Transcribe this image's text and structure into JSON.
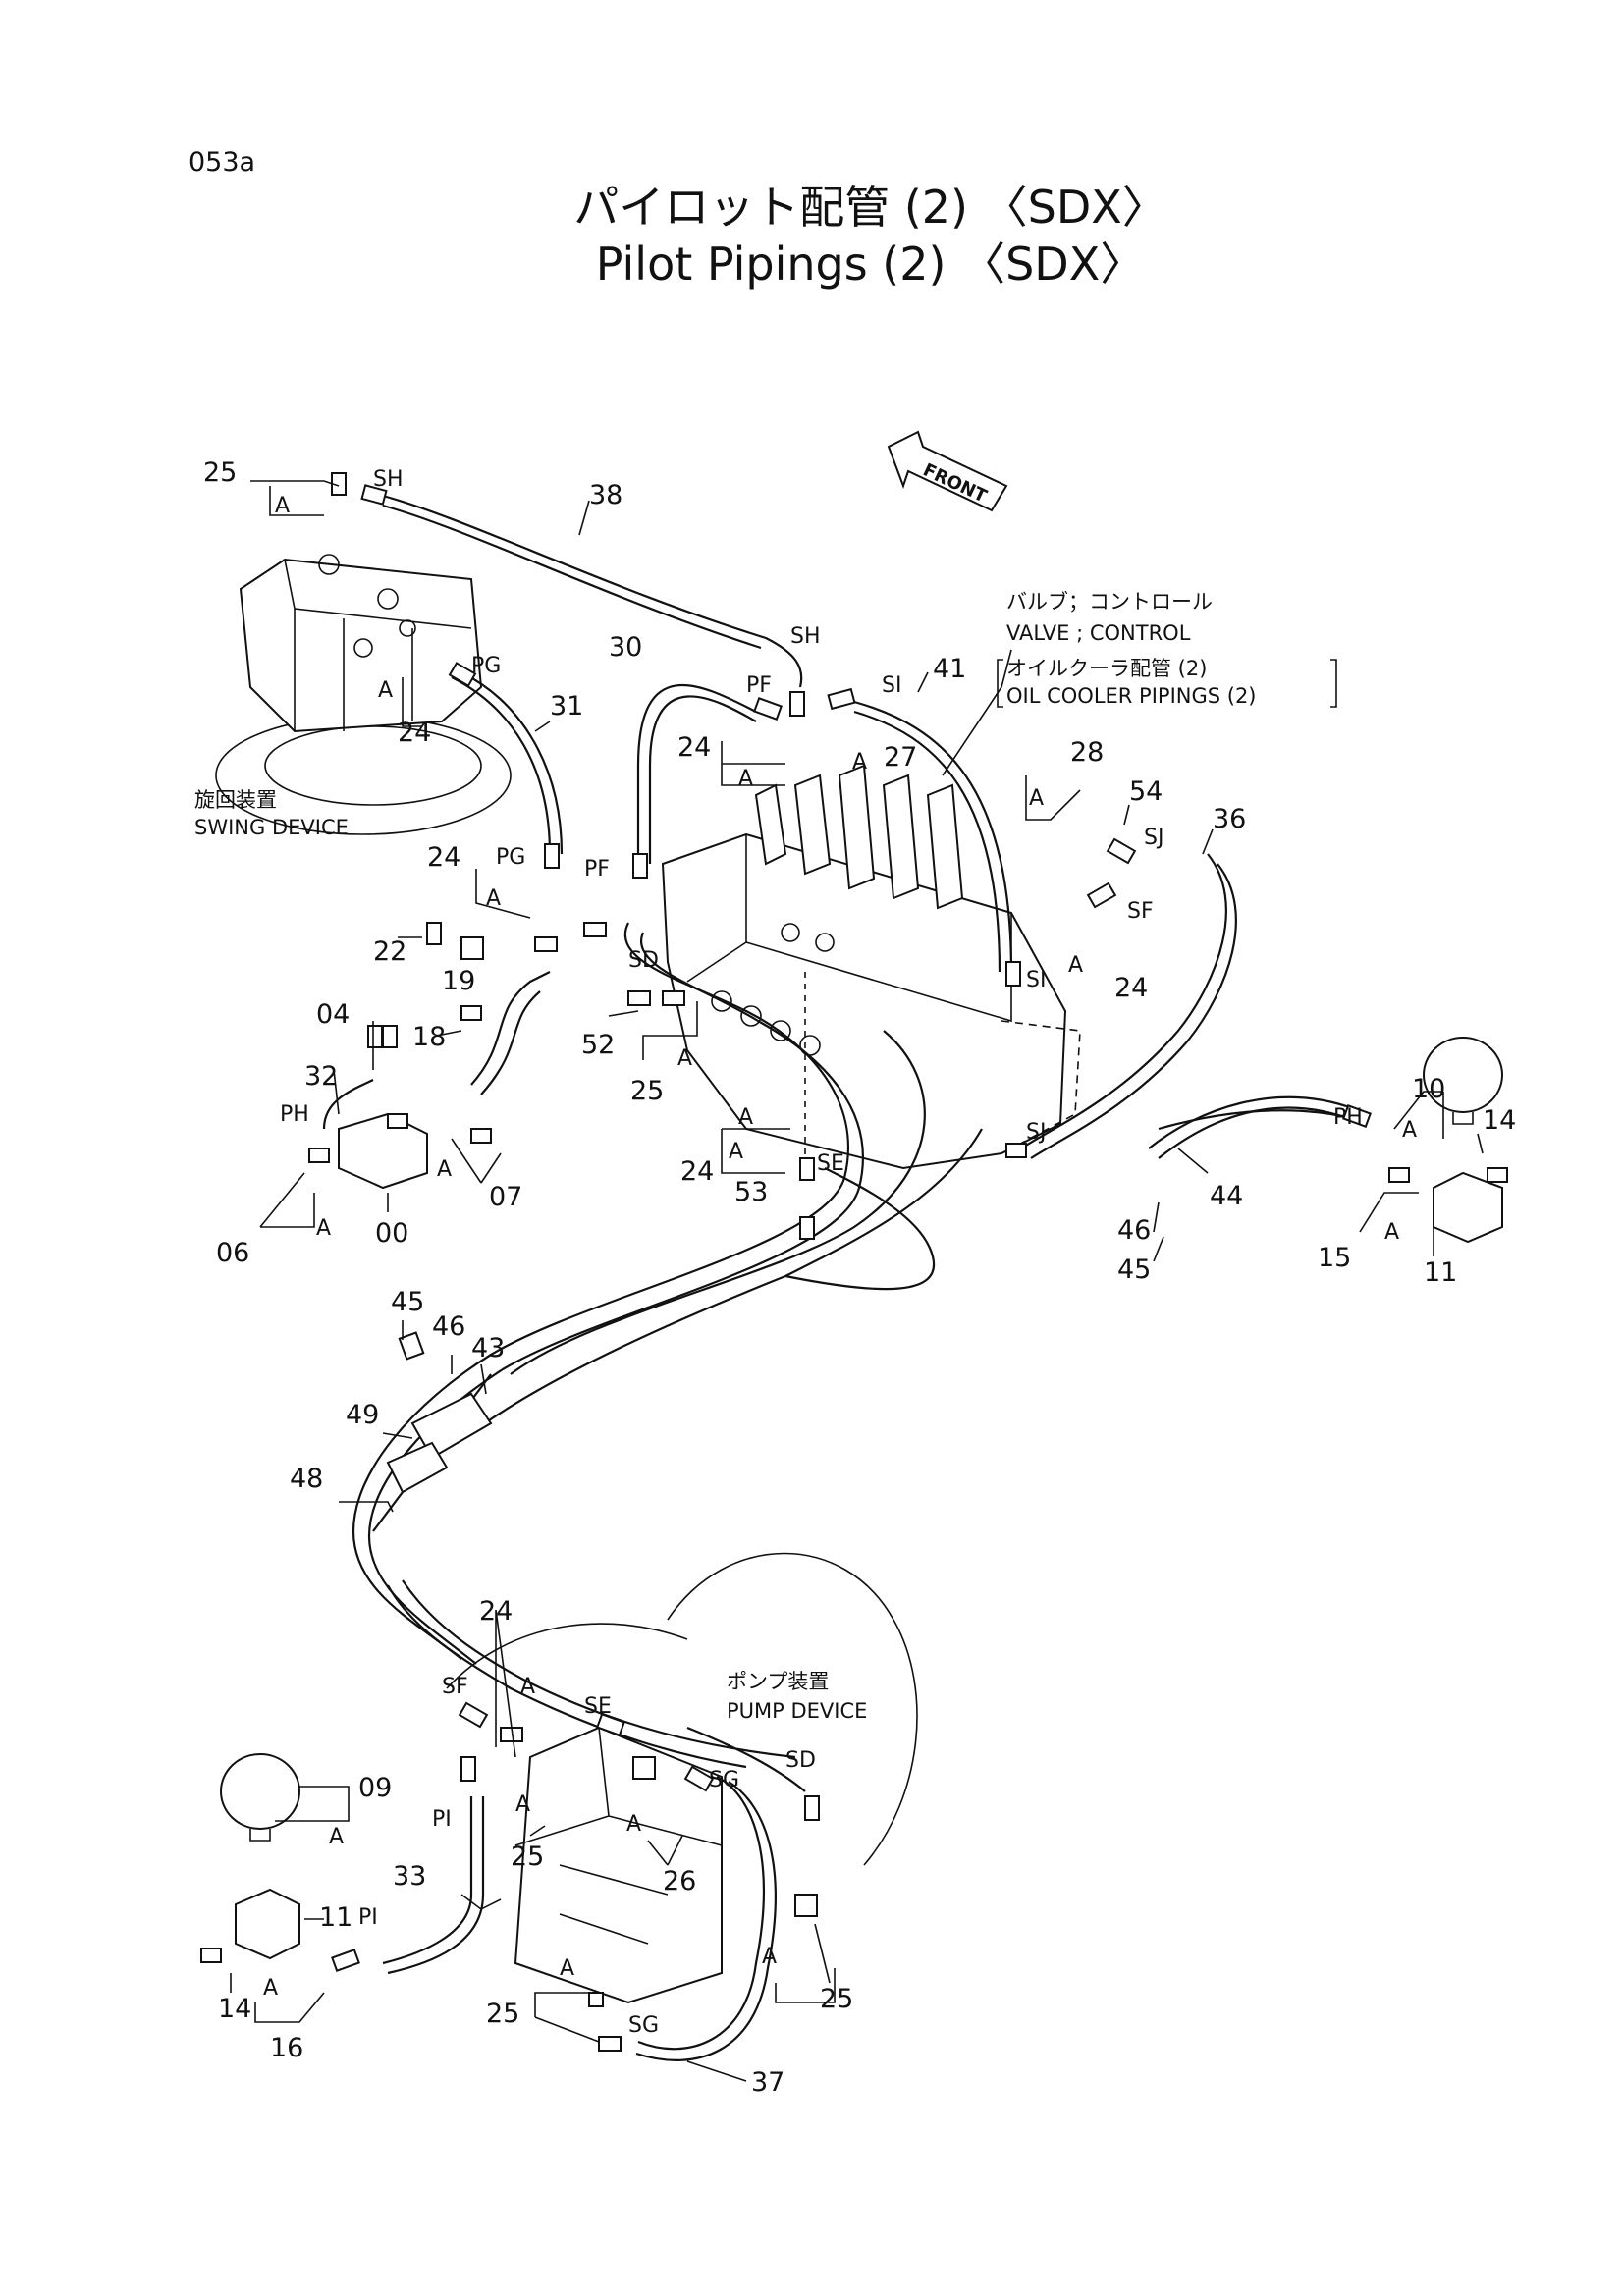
{
  "page_code": "053a",
  "title_jp": "パイロット配管 (2) 〈SDX〉",
  "title_en": "Pilot Pipings (2) 〈SDX〉",
  "front_label": "FRONT",
  "notes": {
    "valve_jp": "バルブ；コントロール",
    "valve_en": "VALVE ; CONTROL",
    "oil_cooler_jp": "オイルクーラ配管 (2)",
    "oil_cooler_en": "OIL COOLER PIPINGS (2)",
    "swing_jp": "旋回装置",
    "swing_en": "SWING DEVICE",
    "pump_jp": "ポンプ装置",
    "pump_en": "PUMP DEVICE"
  },
  "callouts": {
    "c25a": "25",
    "c38": "38",
    "c30": "30",
    "c31": "31",
    "c24a": "24",
    "c24b": "24",
    "c24c": "24",
    "c24d": "24",
    "c24e": "24",
    "c41": "41",
    "c27": "27",
    "c28": "28",
    "c54": "54",
    "c36": "36",
    "c22": "22",
    "c19": "19",
    "c04": "04",
    "c18": "18",
    "c52": "52",
    "c25b": "25",
    "c32": "32",
    "c06": "06",
    "c00": "00",
    "c07": "07",
    "c53": "53",
    "c10": "10",
    "c14a": "14",
    "c44": "44",
    "c46a": "46",
    "c45a": "45",
    "c15": "15",
    "c11a": "11",
    "c45b": "45",
    "c46b": "46",
    "c43": "43",
    "c49": "49",
    "c48": "48",
    "c24f": "24",
    "c09": "09",
    "c11b": "11",
    "c33": "33",
    "c14b": "14",
    "c16": "16",
    "c25c": "25",
    "c26": "26",
    "c25d": "25",
    "c25e": "25",
    "c37": "37"
  },
  "port_labels": {
    "sh1": "SH",
    "sh2": "SH",
    "pg1": "PG",
    "pg2": "PG",
    "pf1": "PF",
    "pf2": "PF",
    "si1": "SI",
    "si2": "SI",
    "sj1": "SJ",
    "sj2": "SJ",
    "sf1": "SF",
    "sf2": "SF",
    "sd1": "SD",
    "sd2": "SD",
    "se1": "SE",
    "se2": "SE",
    "ph1": "PH",
    "ph2": "PH",
    "pi1": "PI",
    "pi2": "PI",
    "sg1": "SG",
    "sg2": "SG"
  },
  "ring_marks": {
    "a1": "A",
    "a2": "A",
    "a3": "A",
    "a4": "A",
    "a5": "A",
    "a6": "A",
    "a7": "A",
    "a8": "A",
    "a9": "A",
    "a10": "A",
    "a11": "A",
    "a12": "A",
    "a13": "A",
    "a14": "A",
    "a15": "A",
    "a16": "A",
    "a17": "A",
    "a18": "A",
    "a19": "A",
    "a20": "A",
    "a21": "A"
  }
}
